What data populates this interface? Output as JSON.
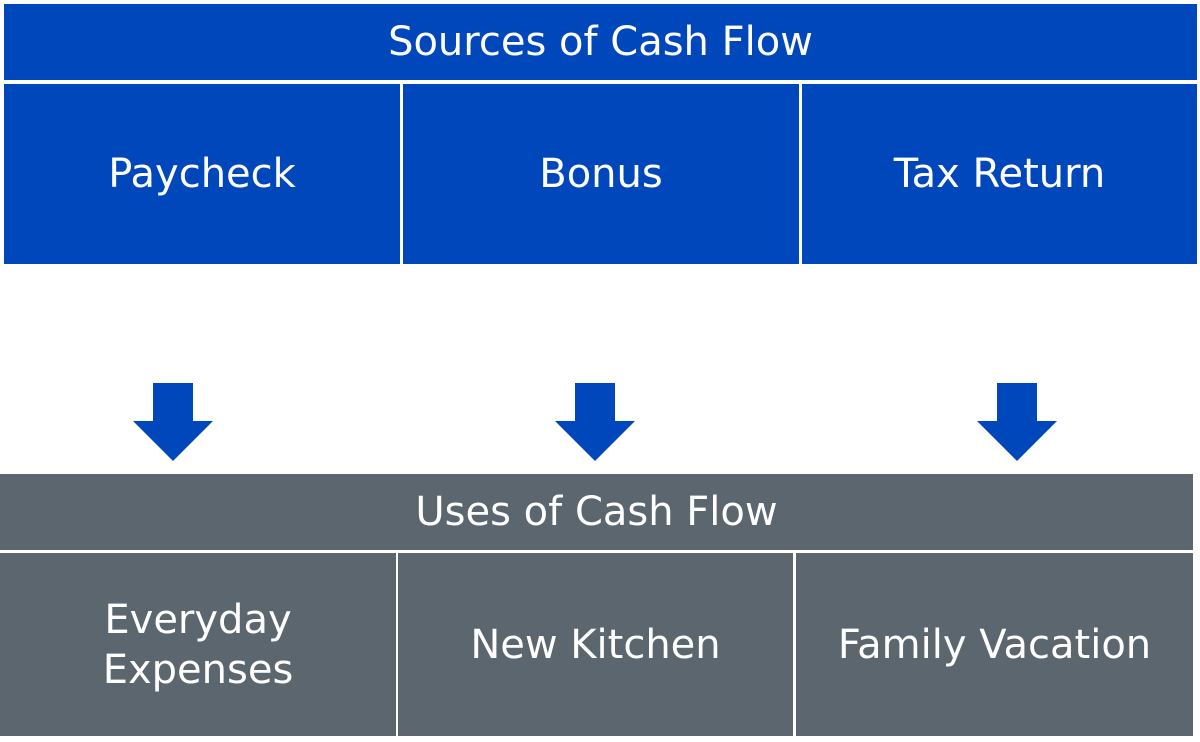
{
  "colors": {
    "sources_fill": "#0047bb",
    "uses_fill": "#5b666e",
    "arrow_fill": "#0047bb",
    "text": "#ffffff",
    "divider": "#ffffff"
  },
  "sources": {
    "title": "Sources of Cash Flow",
    "items": [
      {
        "label": "Paycheck"
      },
      {
        "label": "Bonus"
      },
      {
        "label": "Tax Return"
      }
    ]
  },
  "arrows": [
    {
      "icon": "down-arrow-icon"
    },
    {
      "icon": "down-arrow-icon"
    },
    {
      "icon": "down-arrow-icon"
    }
  ],
  "uses": {
    "title": "Uses of Cash Flow",
    "items": [
      {
        "label": "Everyday\nExpenses"
      },
      {
        "label": "New Kitchen"
      },
      {
        "label": "Family Vacation"
      }
    ]
  }
}
